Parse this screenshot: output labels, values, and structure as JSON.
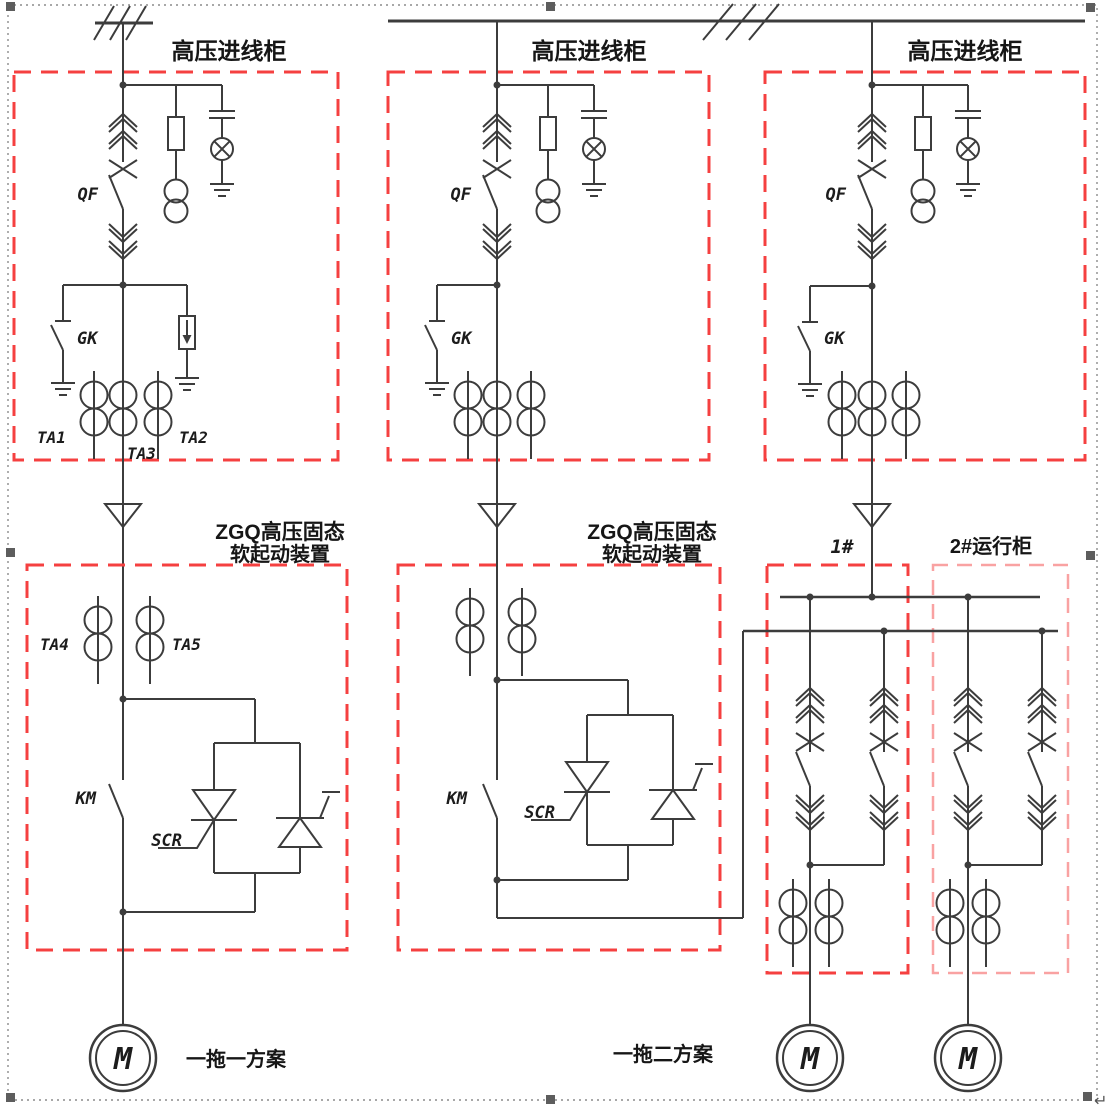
{
  "figure": {
    "incoming_cabinet_label": "高压进线柜",
    "soft_starter_label_line1": "ZGQ高压固态",
    "soft_starter_label_line2": "软起动装置",
    "run_cabinet1_label": "1#",
    "run_cabinet2_label": "2#运行柜",
    "scheme_one_label": "一拖一方案",
    "scheme_two_label": "一拖二方案",
    "return_mark": "↵",
    "devices": {
      "breaker": "QF",
      "earth_switch": "GK",
      "contactor": "KM",
      "thyristor": "SCR",
      "ct1": "TA1",
      "ct2": "TA2",
      "ct3": "TA3",
      "ct4": "TA4",
      "ct5": "TA5",
      "motor": "M"
    },
    "colors": {
      "enclosure_red": "#f54040",
      "enclosure_red_light": "#f9a2a2",
      "line": "#3c3c3c",
      "selection_gray": "#8c8c8c"
    }
  }
}
